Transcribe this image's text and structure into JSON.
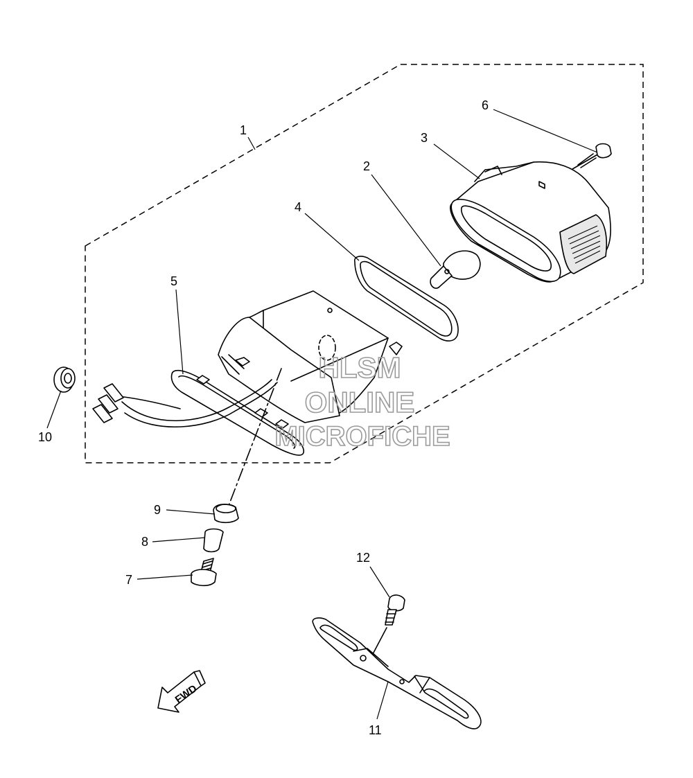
{
  "callouts": {
    "c1": "1",
    "c2": "2",
    "c3": "3",
    "c4": "4",
    "c5": "5",
    "c6": "6",
    "c7": "7",
    "c8": "8",
    "c9": "9",
    "c10": "10",
    "c11": "11",
    "c12": "12"
  },
  "watermark": {
    "line1": "HLSM",
    "line2": "ONLINE",
    "line3": "MICROFICHE"
  },
  "direction": {
    "label": "FWD"
  }
}
